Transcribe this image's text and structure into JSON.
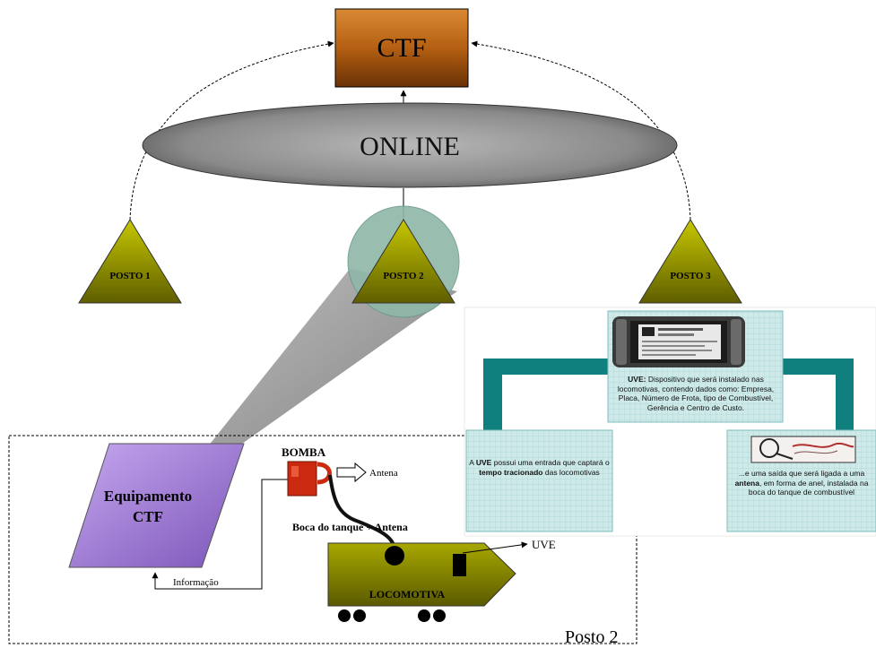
{
  "ctf": {
    "label": "CTF"
  },
  "online": {
    "label": "ONLINE"
  },
  "postos": [
    {
      "label": "POSTO 1"
    },
    {
      "label": "POSTO 2"
    },
    {
      "label": "POSTO 3"
    }
  ],
  "equipamento": {
    "line1": "Equipamento",
    "line2": "CTF"
  },
  "bomba": {
    "label": "BOMBA"
  },
  "antena": {
    "label": "Antena"
  },
  "boca": {
    "label": "Boca do tanque + Antena"
  },
  "informacao": {
    "label": "Informação"
  },
  "locomotiva": {
    "label": "LOCOMOTIVA"
  },
  "uve_tag": {
    "label": "UVE"
  },
  "posto2_frame": {
    "label": "Posto 2"
  },
  "uve_box": {
    "bold": "UVE:",
    "text": " Dispositivo que será instalado nas locomotivas, contendo dados como: Empresa, Placa, Número de Frota, tipo de Combustível, Gerência e Centro de Custo."
  },
  "left_box": {
    "pre": "A ",
    "bold1": "UVE",
    "mid": " possui uma entrada que captará o ",
    "bold2": "tempo tracionado",
    "post": " das locomotivas"
  },
  "right_box": {
    "pre": "...e uma saída que será ligada a uma ",
    "bold": "antena",
    "post": ", em forma de anel, instalada na boca do tanque de combustível"
  },
  "colors": {
    "ctf_fill": "#c8701c",
    "online_fill": "#8f8f8f",
    "posto_fill": "#9a9a00",
    "equip_fill": "#a27ed6",
    "bomba_fill": "#cc2a10",
    "loco_fill": "#7d7d00",
    "teal": "#10807e",
    "box_fill": "#cfe9e9"
  }
}
